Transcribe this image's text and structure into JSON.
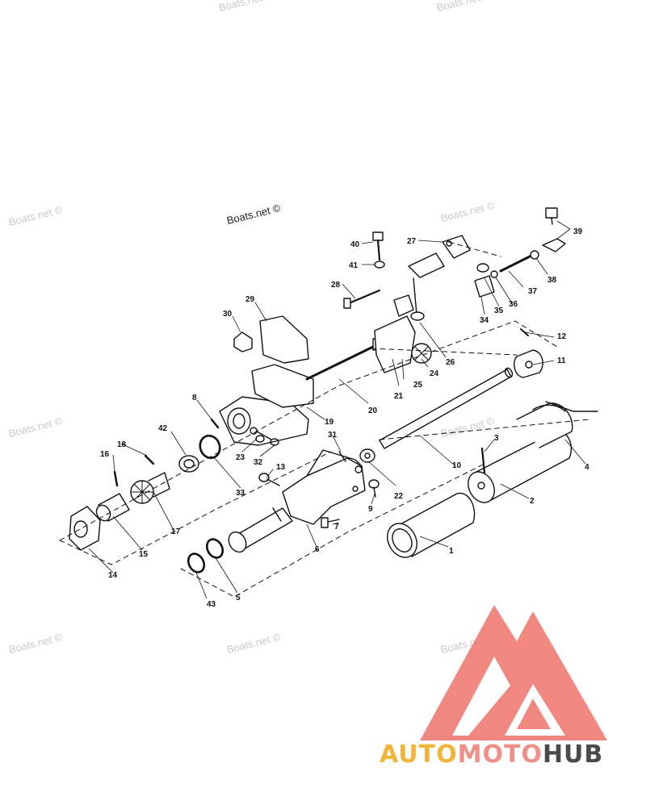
{
  "watermark": "Boats.net ©",
  "logo": {
    "part1": "AUTO",
    "part2": "MOTO",
    "part3": "HUB"
  },
  "colors": {
    "line": "#111111",
    "logo_red": "#ee6b63",
    "logo_amber": "#f2b53a",
    "logo_gray": "#4a4a4a",
    "watermark": "#c8c8c8"
  },
  "callouts": [
    "1",
    "2",
    "3",
    "4",
    "5",
    "6",
    "7",
    "8",
    "9",
    "10",
    "11",
    "12",
    "13",
    "14",
    "15",
    "16",
    "17",
    "18",
    "19",
    "20",
    "21",
    "22",
    "23",
    "24",
    "25",
    "26",
    "27",
    "28",
    "29",
    "30",
    "31",
    "32",
    "33",
    "34",
    "35",
    "36",
    "37",
    "38",
    "39",
    "40",
    "41",
    "42",
    "43"
  ]
}
